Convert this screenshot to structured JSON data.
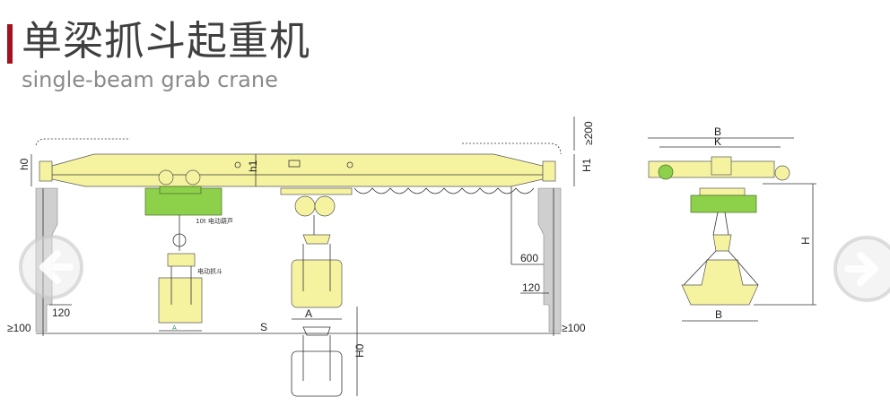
{
  "header": {
    "title_cn": "单梁抓斗起重机",
    "title_en": "single-beam grab crane",
    "accent_color": "#a4111f"
  },
  "drawing": {
    "front_view": {
      "h0": "h0",
      "h1": "h1",
      "H1": "H1",
      "ge200": "≥200",
      "left_clearance": "≥100",
      "right_clearance": "≥100",
      "left_120": "120",
      "right_120": "120",
      "d600": "600",
      "span": "S",
      "A": "A",
      "A_small": "A",
      "H0": "H0",
      "hoist_label": "10t 电动葫芦",
      "grab_label": "电动抓斗"
    },
    "side_view": {
      "B_top": "B",
      "K": "K",
      "H": "H",
      "B_bottom": "B"
    }
  },
  "carousel": {
    "prev_icon": "arrow-left-icon",
    "next_icon": "arrow-right-icon"
  }
}
